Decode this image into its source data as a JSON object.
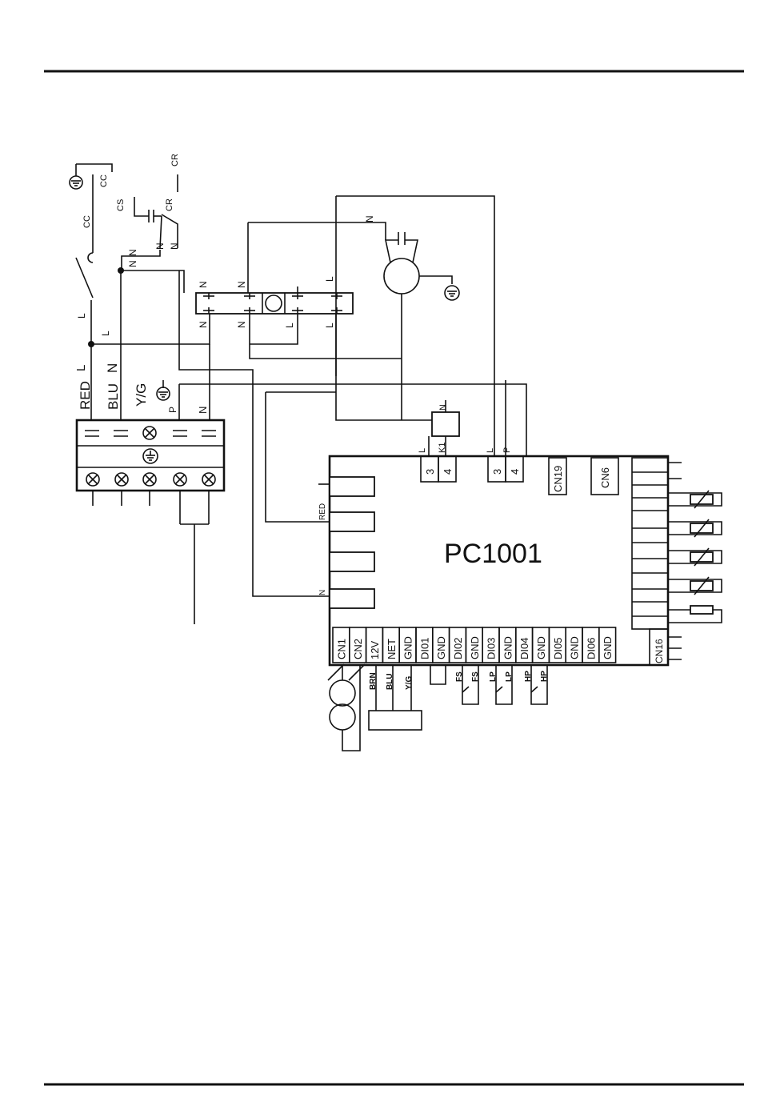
{
  "colors": {
    "ink": "#111111",
    "paper": "#ffffff"
  },
  "board": {
    "title": "PC1001",
    "red_tap": "RED",
    "n_tap": "N"
  },
  "relay": {
    "k1": "K1",
    "n": "N",
    "l": "L",
    "p": "P",
    "t3": "3",
    "t4": "4",
    "t3b": "3",
    "t4b": "4"
  },
  "connectors": {
    "cn19": "CN19",
    "cn6": "CN6",
    "cn16": "CN16"
  },
  "bottom_pins": [
    "CN1",
    "CN2",
    "12V",
    "NET",
    "GND",
    "DI01",
    "GND",
    "DI02",
    "GND",
    "DI03",
    "GND",
    "DI04",
    "GND",
    "DI05",
    "GND",
    "DI06",
    "GND"
  ],
  "bottom_wires": {
    "brn": "BRN",
    "blu": "BLU",
    "yg": "Y/G"
  },
  "switches": {
    "fs1": "FS",
    "fs2": "FS",
    "lp1": "LP",
    "lp2": "LP",
    "hp1": "HP",
    "hp2": "HP"
  },
  "terminal": {
    "red": "RED",
    "l": "L",
    "blu": "BLU",
    "n": "N",
    "yg": "Y/G",
    "p": "P",
    "n2": "N"
  },
  "compressor": {
    "cc": "CC",
    "cc2": "CC",
    "cs": "CS",
    "cr": "CR",
    "cr2": "CR"
  },
  "misc": {
    "l1": "L",
    "l2": "L",
    "n1": "N",
    "n2": "N",
    "n3": "N",
    "n4": "N",
    "n5": "N",
    "n6": "N",
    "n7": "N",
    "n8": "N",
    "l3": "L",
    "l4": "L",
    "l5": "L"
  }
}
